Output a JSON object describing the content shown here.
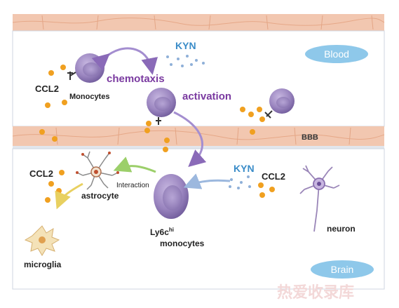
{
  "labels": {
    "blood": "Blood",
    "brain": "Brain",
    "bbb": "BBB",
    "kyn_top": "KYN",
    "kyn_bottom": "KYN",
    "ccl2_top": "CCL2",
    "ccl2_left": "CCL2",
    "ccl2_right": "CCL2",
    "monocytes": "Monocytes",
    "chemotaxis": "chemotaxis",
    "activation": "activation",
    "interaction": "Interaction",
    "astrocyte": "astrocyte",
    "ly6c_main": "Ly6c",
    "ly6c_sup": "hi",
    "ly6c_monocytes": "monocytes",
    "neuron": "neuron",
    "microglia": "microglia",
    "watermark": "热爱收录库"
  },
  "colors": {
    "cell_fill": "#9b86c0",
    "cell_edge": "#6f5a9a",
    "chemokine": "#f0a020",
    "kyn_dots": "#8fb0d8",
    "label_purple": "#7a3aa0",
    "blood_oval": "#8ec8ea",
    "vessel": "#f2c7b0",
    "watermark": "#f3d8d8"
  }
}
